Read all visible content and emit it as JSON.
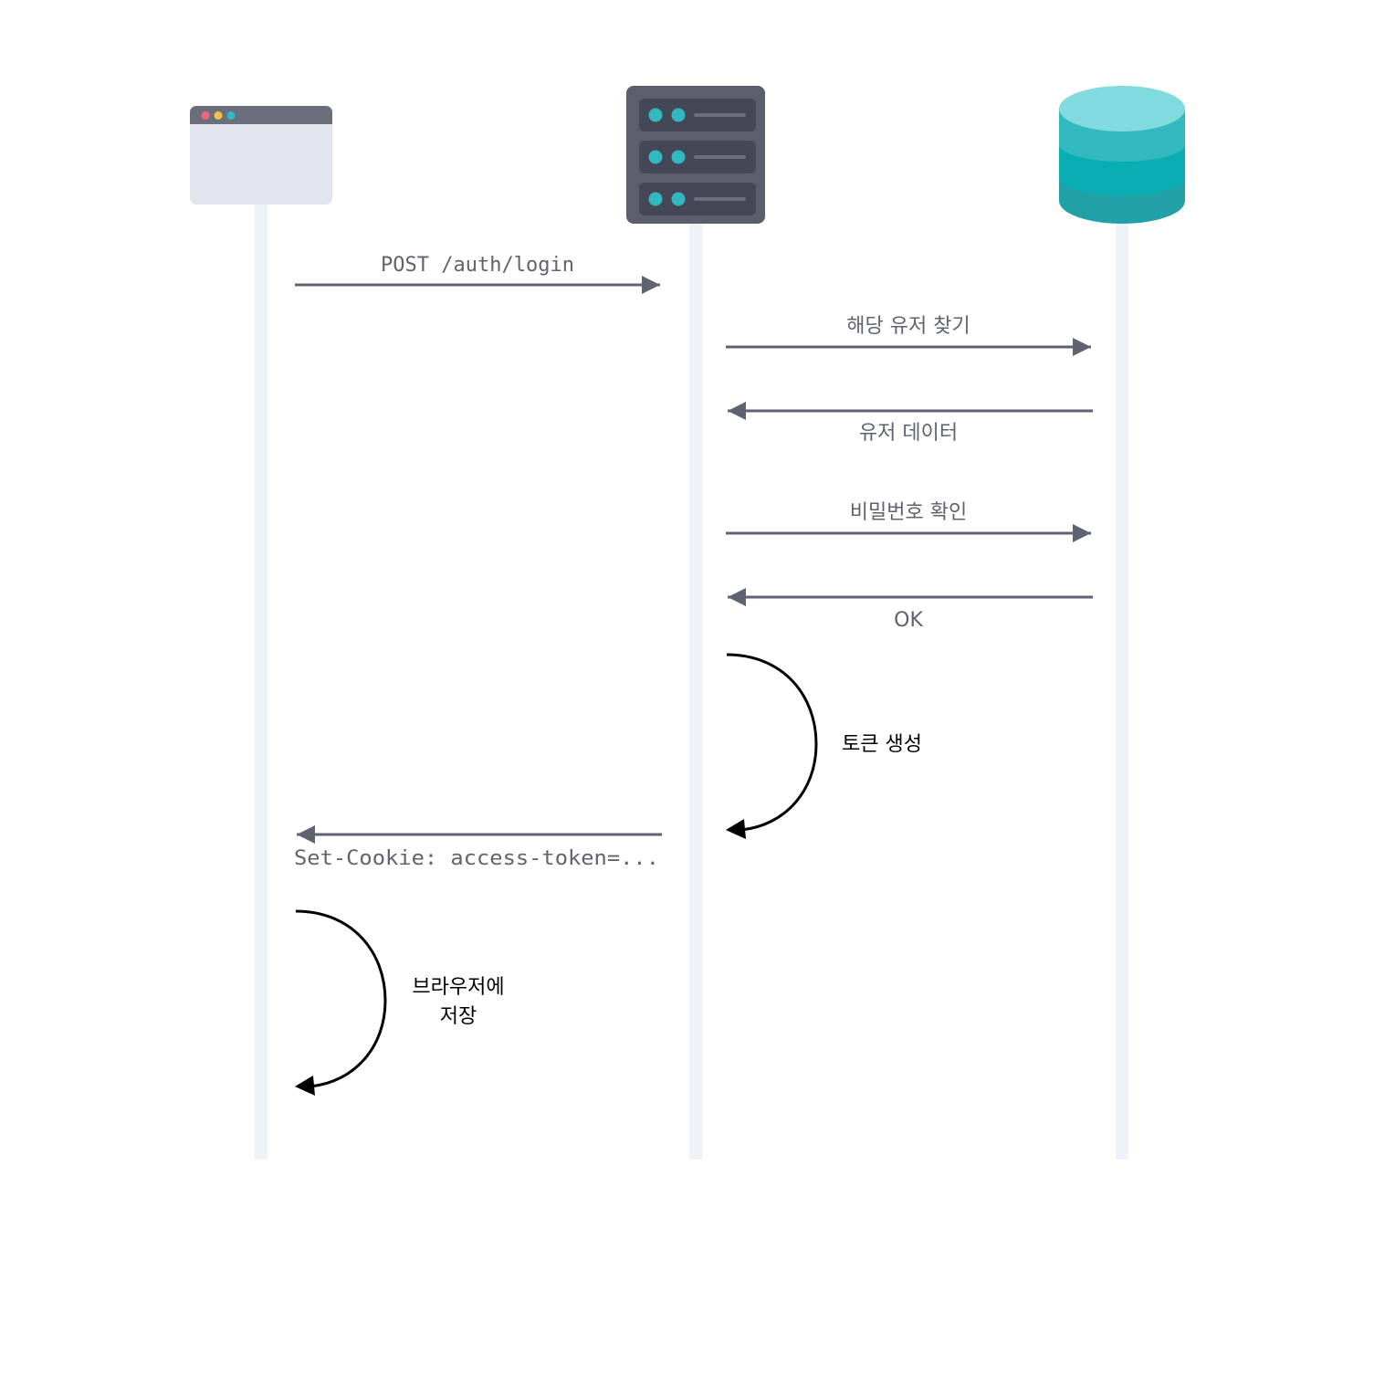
{
  "participants": [
    {
      "id": "browser",
      "icon": "browser-window-icon"
    },
    {
      "id": "server",
      "icon": "server-rack-icon"
    },
    {
      "id": "database",
      "icon": "database-cylinder-icon"
    }
  ],
  "messages": [
    {
      "from": "browser",
      "to": "server",
      "label": "POST /auth/login",
      "style": "mono"
    },
    {
      "from": "server",
      "to": "database",
      "label": "해당 유저 찾기",
      "style": "sans"
    },
    {
      "from": "database",
      "to": "server",
      "label": "유저 데이터",
      "style": "sans"
    },
    {
      "from": "server",
      "to": "database",
      "label": "비밀번호 확인",
      "style": "sans"
    },
    {
      "from": "database",
      "to": "server",
      "label": "OK",
      "style": "sans"
    },
    {
      "from": "server",
      "to": "browser",
      "label": "Set-Cookie: access-token=...",
      "style": "mono"
    }
  ],
  "self_actions": [
    {
      "on": "server",
      "label_lines": [
        "토큰 생성"
      ]
    },
    {
      "on": "browser",
      "label_lines": [
        "브라우저에",
        "저장"
      ]
    }
  ],
  "colors": {
    "lifeline": "#eff2f8",
    "arrow": "#5f6370",
    "label": "#5f6370",
    "self_arrow": "#000000",
    "server_body": "#5b5f6d",
    "server_slot": "#444856",
    "teal": "#32b9c0",
    "db_top": "#80dade",
    "browser_bar": "#6b6f7c",
    "browser_body": "#e1e5ed"
  }
}
